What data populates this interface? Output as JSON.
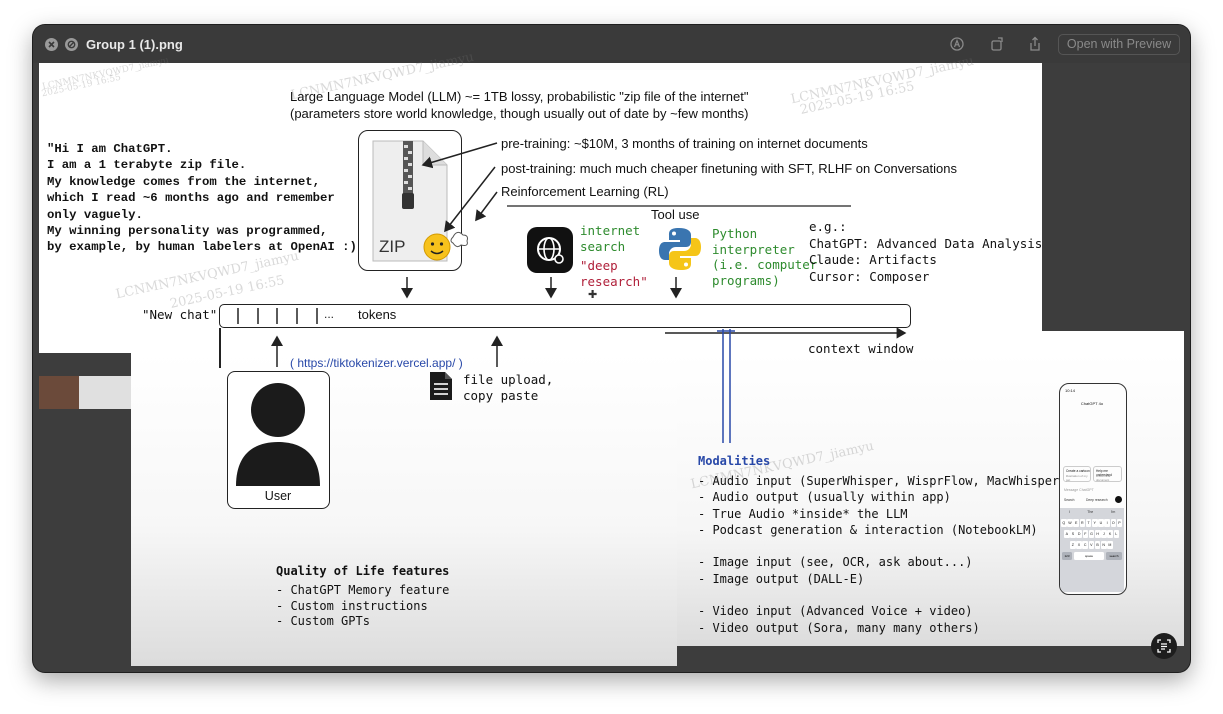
{
  "window": {
    "title": "Group 1 (1).png",
    "open_with_preview": "Open with Preview"
  },
  "main_slide": {
    "header_line1": "Large Language Model (LLM) ~= 1TB lossy, probabilistic \"zip file of the internet\"",
    "header_line2": "(parameters store world knowledge, though usually out of date by ~few months)",
    "quote": [
      "\"Hi I am ChatGPT.",
      "I am a 1 terabyte zip file.",
      "My knowledge comes from the internet,",
      "which I read ~6 months ago and remember",
      "only vaguely.",
      "My winning personality was programmed,",
      "by example, by human labelers at OpenAI :)\""
    ],
    "zip_label": "ZIP",
    "pretraining": "pre-training: ~$10M, 3 months of training on internet documents",
    "posttraining": "post-training: much much cheaper finetuning with SFT, RLHF on Conversations",
    "rl": "Reinforcement Learning (RL)",
    "tool_use": "Tool use",
    "internet_search": [
      "internet",
      "search"
    ],
    "deep_research": [
      "\"deep",
      "research\""
    ],
    "python_interp": [
      "Python",
      "interpreter",
      "(i.e. computer",
      "programs)"
    ],
    "eg": [
      "e.g.:",
      "ChatGPT: Advanced Data Analysis",
      "Claude: Artifacts",
      "Cursor: Composer"
    ],
    "new_chat": "\"New chat\"",
    "tokens_dots": "...",
    "tokens": "tokens",
    "tokenizer_link": "( https://tiktokenizer.vercel.app/ )",
    "context_window": "context window",
    "user_label": "User",
    "file_upload": [
      "file upload,",
      "copy paste"
    ],
    "watermarks": [
      "LCNMN7NKVQWD7_jiamyu",
      "2025-05-19 16:55"
    ]
  },
  "qol": {
    "title": "Quality of Life features",
    "items": [
      "- ChatGPT Memory feature",
      "- Custom instructions",
      "- Custom GPTs"
    ]
  },
  "modalities": {
    "title": "Modalities",
    "items": [
      "- Audio input (SuperWhisper, WisprFlow, MacWhisper, etc.)",
      "- Audio output (usually within app)",
      "- True Audio *inside* the LLM",
      "- Podcast generation & interaction (NotebookLM)",
      "",
      "- Image input (see, OCR, ask about...)",
      "- Image output (DALL-E)",
      "",
      "- Video input (Advanced Voice + video)",
      "- Video output (Sora, many many others)"
    ]
  },
  "phone": {
    "time": "10:14",
    "app_title": "ChatGPT 4o",
    "card1_title": "Create a cartoon",
    "card1_sub": "illustration of my pet",
    "card2_title": "Help me understand",
    "card2_sub": "a technical document",
    "input_placeholder": "Message ChatGPT",
    "chip_search": "Search",
    "chip_research": "Deep research",
    "suggest": [
      "I",
      "The",
      "I'm"
    ],
    "kb_row1": [
      "Q",
      "W",
      "E",
      "R",
      "T",
      "Y",
      "U",
      "I",
      "O",
      "P"
    ],
    "kb_row2": [
      "A",
      "S",
      "D",
      "F",
      "G",
      "H",
      "J",
      "K",
      "L"
    ],
    "kb_row3": [
      "Z",
      "X",
      "C",
      "V",
      "B",
      "N",
      "M"
    ],
    "kb_num": "123",
    "kb_space": "space",
    "kb_search": "search"
  }
}
